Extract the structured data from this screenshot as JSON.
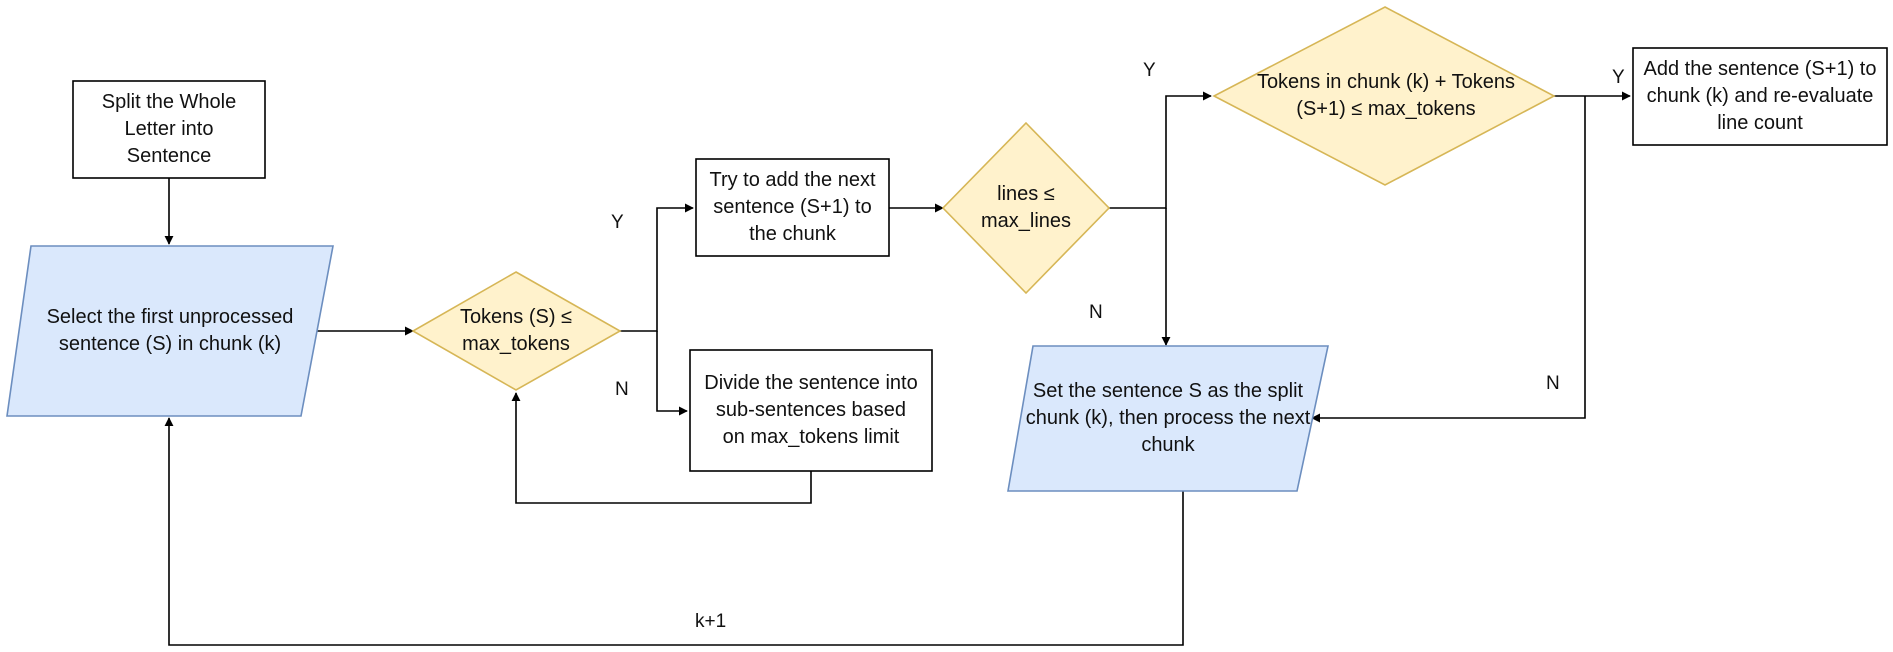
{
  "colors": {
    "process_fill": "#ffffff",
    "process_stroke": "#000000",
    "io_fill": "#dae8fc",
    "io_stroke": "#6c8ebf",
    "decision_fill": "#fff2cc",
    "decision_stroke": "#d6b656",
    "edge": "#000000"
  },
  "nodes": {
    "split_letter": "Split the Whole Letter into Sentence",
    "select_sentence": "Select the first unprocessed sentence (S) in chunk (k)",
    "tokens_check": "Tokens (S) ≤ max_tokens",
    "try_add": "Try to add the next sentence (S+1) to the chunk",
    "divide_sentence": "Divide the sentence into sub-sentences based on max_tokens limit",
    "lines_check": "lines ≤ max_lines",
    "chunk_tokens_check": "Tokens in chunk (k) + Tokens (S+1) ≤ max_tokens",
    "add_sentence": "Add the sentence (S+1) to chunk (k) and re-evaluate line count",
    "set_split": "Set the sentence S as the split chunk (k), then process the next chunk"
  },
  "edge_labels": {
    "tokens_yes": "Y",
    "tokens_no": "N",
    "lines_yes": "Y",
    "lines_no": "N",
    "chunk_yes": "Y",
    "chunk_no": "N",
    "next_chunk": "k+1"
  }
}
